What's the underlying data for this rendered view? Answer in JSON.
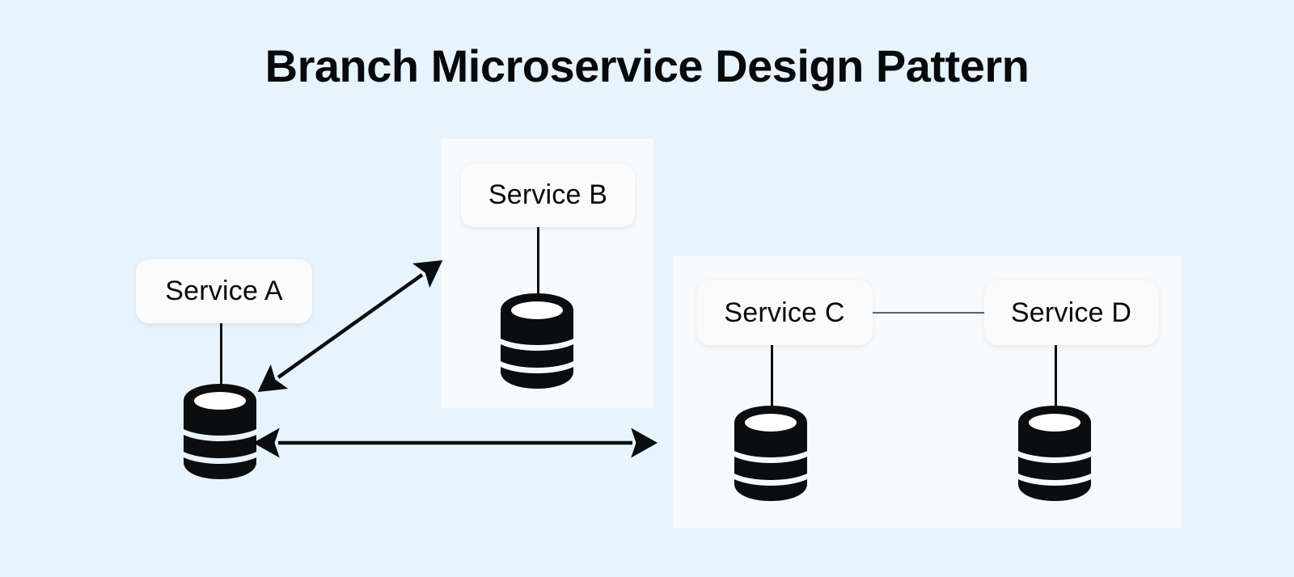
{
  "diagram": {
    "title": "Branch Microservice Design Pattern",
    "background_color": "#e8f4fd",
    "panel_color": "#f7fbfe",
    "node_color": "#fbfbfb",
    "stroke_color": "#0c0d0e",
    "link_color": "#5a6570",
    "nodes": [
      {
        "id": "a",
        "label": "Service A",
        "database_icon": "database-cylinder-icon"
      },
      {
        "id": "b",
        "label": "Service B",
        "database_icon": "database-cylinder-icon"
      },
      {
        "id": "c",
        "label": "Service C",
        "database_icon": "database-cylinder-icon"
      },
      {
        "id": "d",
        "label": "Service D",
        "database_icon": "database-cylinder-icon"
      }
    ],
    "groups": [
      {
        "id": "group-b",
        "members": [
          "b"
        ]
      },
      {
        "id": "group-cd",
        "members": [
          "c",
          "d"
        ]
      }
    ],
    "edges": [
      {
        "id": "arrow-a-b",
        "from": "a",
        "to": "b",
        "style": "bidirectional-arrow",
        "orientation": "diagonal"
      },
      {
        "id": "arrow-a-cd",
        "from": "a",
        "to": "group-cd",
        "style": "bidirectional-arrow",
        "orientation": "horizontal"
      },
      {
        "id": "link-cd",
        "from": "c",
        "to": "d",
        "style": "plain-line",
        "orientation": "horizontal"
      }
    ]
  }
}
